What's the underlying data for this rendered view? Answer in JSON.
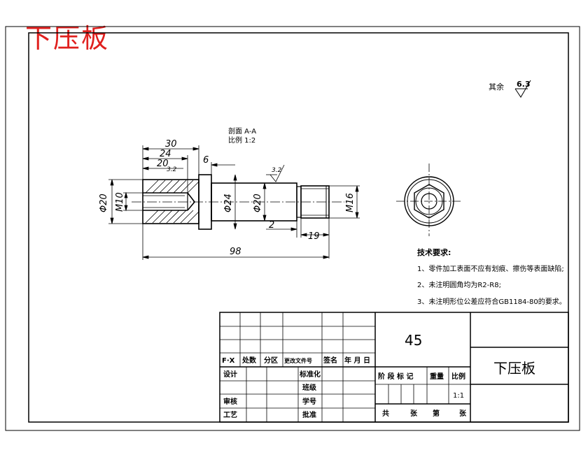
{
  "watermark": "下压板",
  "roughness": {
    "label": "其余",
    "value": "6.3"
  },
  "section": {
    "title": "剖面 A-A",
    "scale": "比例 1:2"
  },
  "dimensions": {
    "d30": "30",
    "d24": "24",
    "d20": "20",
    "d6": "6",
    "d3_2": "3.2",
    "d3_2b": "3.2",
    "phi20_left": "Φ20",
    "m10": "M10",
    "phi24": "Φ24",
    "phi20_mid": "Φ20",
    "m16": "M16",
    "d2": "2",
    "d19": "19",
    "d98": "98"
  },
  "notes": {
    "heading": "技术要求:",
    "items": [
      "1、零件加工表面不应有划痕、擦伤等表面缺陷;",
      "2、未注明圆角均为R2-R8;",
      "3、未注明形位公差应符合GB1184-80的要求。"
    ]
  },
  "title_block": {
    "material": "45",
    "part_name": "下压板",
    "rev_header": [
      "F·X",
      "处数",
      "分区",
      "更改文件号",
      "签名",
      "年 月 日"
    ],
    "design": "设计",
    "standardization": "标准化",
    "class": "班级",
    "review": "审核",
    "student_no": "学号",
    "process": "工艺",
    "approve": "批准",
    "stage_mark": "阶 段 标 记",
    "weight": "重量",
    "scale_label": "比例",
    "scale_value": "1:1",
    "sheets": "共",
    "sheets_unit": "张",
    "sheet_no": "第",
    "sheet_unit2": "张"
  }
}
